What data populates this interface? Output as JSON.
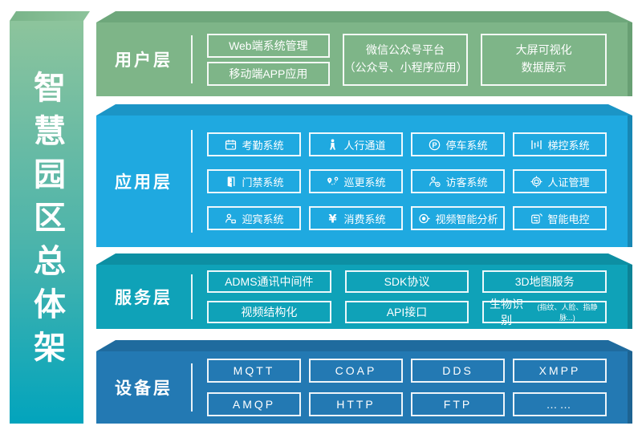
{
  "title": {
    "text": "智慧园区总体架"
  },
  "colors": {
    "sidebar_gradient_top": "#8DC49C",
    "sidebar_gradient_bottom": "#02A4BD",
    "user_layer": "#7EB588",
    "app_layer": "#1FA9E0",
    "service_layer": "#0FA2B8",
    "device_layer": "#2379B3",
    "box_border": "#FFFFFF",
    "text": "#FFFFFF"
  },
  "layers": {
    "user": {
      "label": "用户层",
      "web": "Web端系统管理",
      "mobile": "移动端APP应用",
      "wechat_line1": "微信公众号平台",
      "wechat_line2": "（公众号、小程序应用）",
      "screen_line1": "大屏可视化",
      "screen_line2": "数据展示"
    },
    "app": {
      "label": "应用层",
      "items": [
        {
          "icon": "attendance-icon",
          "label": "考勤系统"
        },
        {
          "icon": "pedestrian-icon",
          "label": "人行通道"
        },
        {
          "icon": "parking-icon",
          "label": "停车系统"
        },
        {
          "icon": "elevator-icon",
          "label": "梯控系统"
        },
        {
          "icon": "door-access-icon",
          "label": "门禁系统"
        },
        {
          "icon": "patrol-icon",
          "label": "巡更系统"
        },
        {
          "icon": "visitor-icon",
          "label": "访客系统"
        },
        {
          "icon": "id-verify-icon",
          "label": "人证管理"
        },
        {
          "icon": "welcome-icon",
          "label": "迎宾系统"
        },
        {
          "icon": "consume-icon",
          "label": "消费系统"
        },
        {
          "icon": "video-analysis-icon",
          "label": "视频智能分析"
        },
        {
          "icon": "power-control-icon",
          "label": "智能电控"
        }
      ]
    },
    "service": {
      "label": "服务层",
      "items": [
        "ADMS通讯中间件",
        "SDK协议",
        "3D地图服务",
        "视频结构化",
        "API接口"
      ],
      "bio_main": "生物识别",
      "bio_sub": "(指纹、人脸、指静脉...)"
    },
    "device": {
      "label": "设备层",
      "items": [
        "MQTT",
        "COAP",
        "DDS",
        "XMPP",
        "AMQP",
        "HTTP",
        "FTP",
        "……"
      ]
    }
  }
}
